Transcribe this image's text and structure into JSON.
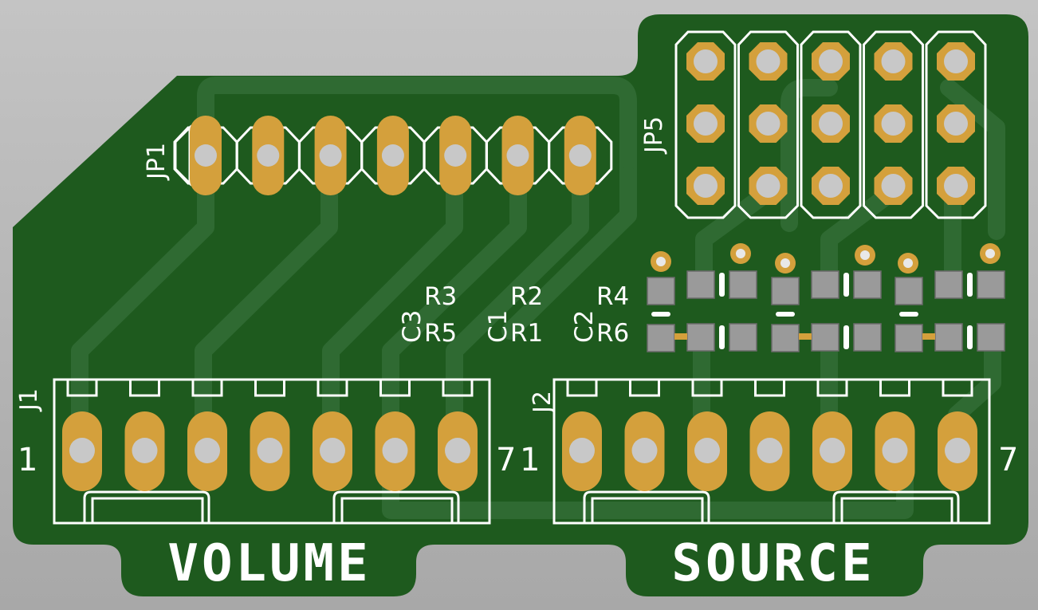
{
  "colors": {
    "board": "#1e5a1e",
    "trace": "#2f6a32",
    "gold": "#d4a03c",
    "silkscreen": "#ffffff",
    "background": "#b8b8b8"
  },
  "labels": {
    "jp1": "JP1",
    "jp5": "JP5",
    "j1": "J1",
    "j2": "J2",
    "r1": "R1",
    "r2": "R2",
    "r3": "R3",
    "r4": "R4",
    "r5": "R5",
    "r6": "R6",
    "c1": "C1",
    "c2": "C2",
    "c3": "C3",
    "j1_pin_first": "1",
    "j1_pin_last": "7",
    "j2_pin_first": "1",
    "j2_pin_last": "7",
    "volume": "VOLUME",
    "source": "SOURCE"
  },
  "components": {
    "jp1_pin_count": 7,
    "jp5_rows": 3,
    "jp5_columns": 5,
    "j1_pin_count": 7,
    "j2_pin_count": 7
  }
}
